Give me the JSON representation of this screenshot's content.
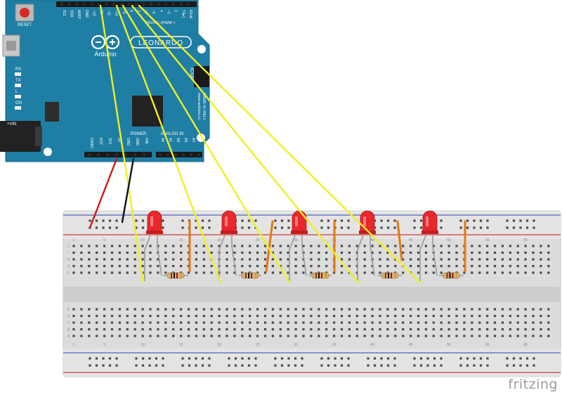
{
  "board": {
    "brand": "Arduino",
    "model": "LEONARDO",
    "reset_label": "RESET",
    "vin_label": "+VIN",
    "power_label": "POWER",
    "analog_label": "ANALOG IN",
    "pwm_label": "DIGITAL (PWM~)",
    "icsp_label": "ICSP",
    "url_label": "www.arduino.cc",
    "made_label": "MADE IN ITALY",
    "led_labels": [
      "RX",
      "TX",
      "L",
      "ON"
    ],
    "top_pins": [
      "SCL",
      "SDA",
      "AREF",
      "GND",
      "~13",
      "12",
      "~11",
      "~10",
      "~9",
      "8",
      "7",
      "~6",
      "~5",
      "4",
      "~3",
      "2",
      "TX▸1",
      "RX◂0"
    ],
    "power_pins": [
      "IOREF",
      "RST",
      "3V3",
      "5V",
      "GND",
      "GND",
      "VIN"
    ],
    "analog_pins": [
      "A0",
      "A1",
      "A2",
      "A3",
      "A4",
      "A5"
    ]
  },
  "breadboard": {
    "row_letters_top": [
      "J",
      "I",
      "H",
      "G",
      "F"
    ],
    "row_letters_bottom": [
      "E",
      "D",
      "C",
      "B",
      "A"
    ],
    "column_numbers": [
      "1",
      "5",
      "10",
      "15",
      "20",
      "25",
      "30",
      "35",
      "40",
      "45",
      "50",
      "55",
      "60"
    ]
  },
  "components": {
    "led_count": 5,
    "led_color": "#e8282c",
    "resistor_count": 5,
    "jumper_color": "#e07a10",
    "signal_wire_color": "#f0f020",
    "power_wire_color": "#d01818",
    "ground_wire_color": "#111111"
  },
  "watermark": "fritzing"
}
